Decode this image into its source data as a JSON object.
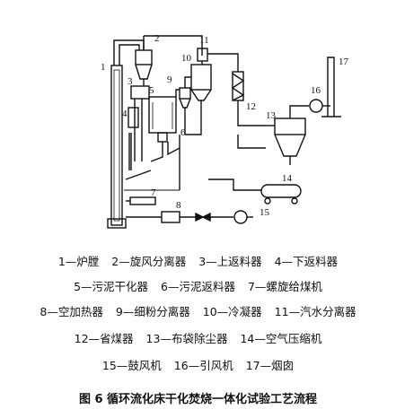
{
  "diagram": {
    "labels": [
      "1",
      "2",
      "3",
      "4",
      "5",
      "6",
      "7",
      "8",
      "9",
      "10",
      "11",
      "12",
      "13",
      "14",
      "15",
      "16",
      "17"
    ]
  },
  "legend": {
    "rows": [
      [
        "1—炉膛",
        "2—旋风分离器",
        "3—上返料器",
        "4—下返料器"
      ],
      [
        "5—污泥干化器",
        "6—污泥返料器",
        "7—螺旋给煤机"
      ],
      [
        "8—空加热器",
        "9—细粉分离器",
        "10—冷凝器",
        "11—汽水分离器"
      ],
      [
        "12—省煤器",
        "13—布袋除尘器",
        "14—空气压缩机"
      ],
      [
        "15—鼓风机",
        "16—引风机",
        "17—烟囱"
      ]
    ]
  },
  "caption": "图 6  循环流化床干化焚烧一体化试验工艺流程"
}
